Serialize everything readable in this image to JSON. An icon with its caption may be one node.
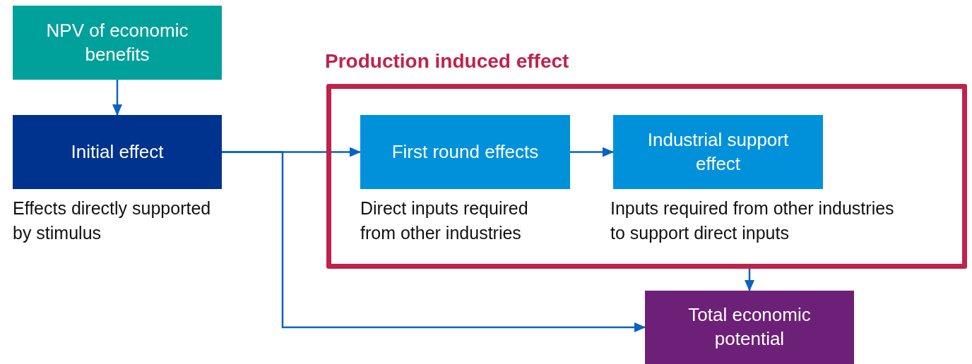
{
  "diagram": {
    "nodes": [
      {
        "text": [
          "NPV of economic benefits"
        ]
      },
      {
        "text": [
          "Initial effect"
        ],
        "beside": [
          "Effects directly supported by stimulus"
        ]
      },
      {
        "text": [
          "Production induced effect"
        ]
      },
      {
        "text": [
          "First round effects"
        ],
        "in": 2,
        "beside": [
          "Direct inputs required from other industries"
        ]
      },
      {
        "text": [
          "Industrial support effect"
        ],
        "in": 2,
        "beside": [
          "Inputs required from other industries to support direct inputs"
        ]
      },
      {
        "text": [
          "Total economic potential"
        ]
      }
    ],
    "edges": [
      {
        "from": 0,
        "to": 1,
        "arrow": "to"
      },
      {
        "from": 1,
        "to": 3,
        "arrow": "to"
      },
      {
        "from": 3,
        "to": 4,
        "arrow": "to"
      },
      {
        "from": 2,
        "to": 5,
        "arrow": "to"
      },
      {
        "from": 1,
        "to": 5,
        "arrow": "to"
      }
    ]
  }
}
